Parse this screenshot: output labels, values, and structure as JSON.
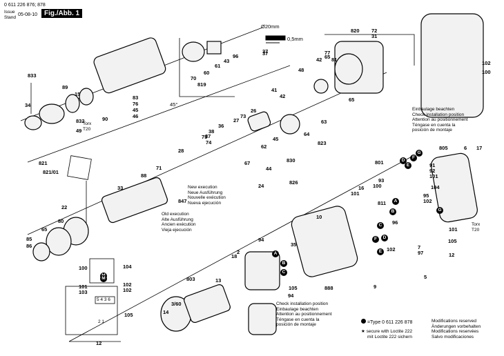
{
  "header": {
    "doc_number": "0 611 226 876; 878",
    "issue_label": "Issue",
    "stand_label": "Stand",
    "issue_date": "05-08-10",
    "figure_label": "Fig./Abb. 1"
  },
  "dimension_note": {
    "diameter": "Ø20mm",
    "thickness": "0,5mm",
    "part": "37"
  },
  "notes": {
    "install_top": [
      "Einbaulage beachten",
      "Check installation position",
      "Attention au positionnement",
      "Téngase en cuenta la",
      "posición de montaje"
    ],
    "new_execution": [
      "New execution",
      "Neue Ausführung",
      "Nouvelle exécution",
      "Nueva ejecución"
    ],
    "old_execution": [
      "Old execution",
      "Alte Ausführung",
      "Ancien exécution",
      "Vieja ejecución"
    ],
    "install_bottom": [
      "Check installation position",
      "Einbaulage beachten",
      "Attention au positionnement",
      "Téngase en cuenta la",
      "posición de montaje"
    ],
    "angle": "45°",
    "torx_left": [
      "Torx",
      "T20"
    ],
    "torx_right": [
      "Torx",
      "T20"
    ]
  },
  "legend": {
    "type_line": "=Type 0 611 226 878",
    "loctite": [
      "secure with Loctite 222",
      "mit Loctite 222 sichern"
    ],
    "modifications": [
      "Modifications reserved",
      "Änderungen vorbehalten",
      "Modifications reservées",
      "Salvo modificaciones"
    ]
  },
  "circle_labels": [
    "A",
    "B",
    "C",
    "D",
    "E",
    "F",
    "G",
    "A",
    "B",
    "C",
    "D",
    "E",
    "F",
    "G",
    "M",
    "M"
  ],
  "switch_labels": {
    "row": "5 4 3 6",
    "bottom": "2 1"
  },
  "part_numbers": [
    "833",
    "34",
    "89",
    "15",
    "90",
    "832",
    "49",
    "83",
    "76",
    "45",
    "46",
    "70",
    "60",
    "61",
    "43",
    "96",
    "819",
    "37",
    "820",
    "31",
    "72",
    "77",
    "65",
    "81",
    "42",
    "48",
    "41",
    "42",
    "65",
    "26",
    "73",
    "27",
    "36",
    "38",
    "37",
    "74",
    "75",
    "45",
    "28",
    "62",
    "63",
    "823",
    "64",
    "67",
    "44",
    "830",
    "24",
    "826",
    "821",
    "821/01",
    "88",
    "71",
    "22",
    "847",
    "33",
    "80",
    "65",
    "85",
    "86",
    "100",
    "101",
    "103",
    "104",
    "102",
    "102",
    "105",
    "12",
    "803",
    "3/60",
    "14",
    "13",
    "18",
    "2",
    "94",
    "35",
    "94",
    "105",
    "888",
    "9",
    "10",
    "801",
    "93",
    "100",
    "101",
    "16",
    "811",
    "96",
    "95",
    "102",
    "102",
    "101",
    "105",
    "12",
    "7",
    "97",
    "5",
    "805",
    "6",
    "17",
    "91",
    "92",
    "101",
    "104",
    "100",
    "102",
    "103",
    "101",
    "101"
  ]
}
